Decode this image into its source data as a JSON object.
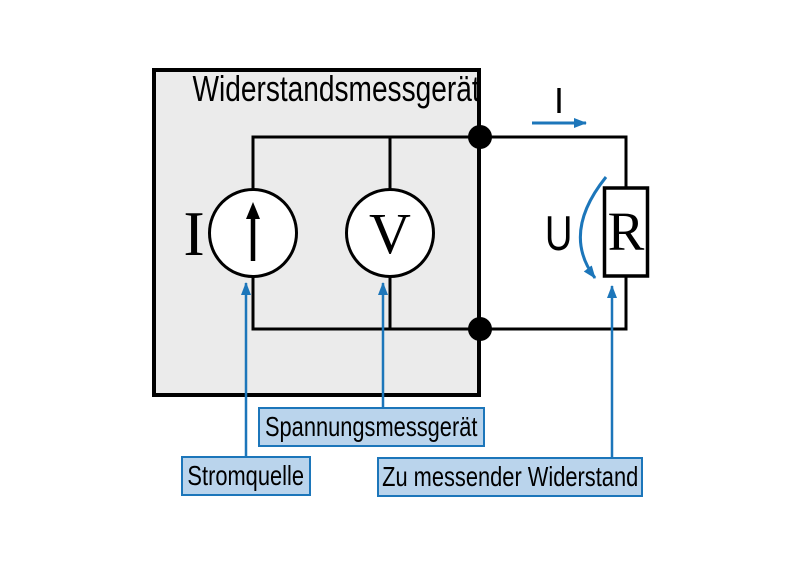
{
  "diagram": {
    "title": "Widerstandsmessgerät",
    "symbols": {
      "current_source": "I",
      "voltmeter": "V",
      "resistor": "R",
      "current": "I",
      "voltage": "U"
    },
    "callouts": {
      "voltmeter": "Spannungsmessgerät",
      "current_source": "Stromquelle",
      "resistor": "Zu messender Widerstand"
    },
    "colors": {
      "accent_blue": "#1c76ba",
      "callout_fill": "#bad4ec",
      "device_box_fill": "#ebebeb",
      "line_black": "#000000"
    }
  }
}
